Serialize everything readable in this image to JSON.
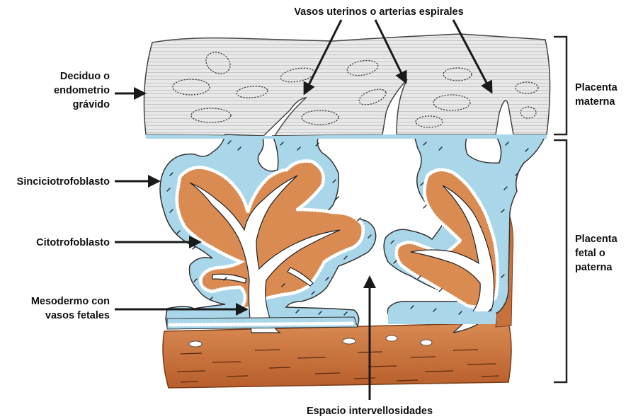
{
  "labels": {
    "vasos_uterinos": "Vasos uterinos o arterias espirales",
    "deciduo_1": "Deciduo o",
    "deciduo_2": "endometrio",
    "deciduo_3": "grávido",
    "sinciciotrofoblasto": "Sinciciotrofoblasto",
    "citotrofoblasto": "Citotrofoblasto",
    "mesodermo_1": "Mesodermo con",
    "mesodermo_2": "vasos fetales",
    "espacio": "Espacio intervellosidades",
    "placenta_materna_1": "Placenta",
    "placenta_materna_2": "materna",
    "placenta_fetal_1": "Placenta",
    "placenta_fetal_2": "fetal o",
    "placenta_fetal_3": "paterna"
  },
  "colors": {
    "decidua": "#e6e6e6",
    "decidua_stripes": "#c9c9c9",
    "syncytio": "#aad6ea",
    "mesoderm": "#d98b52",
    "chorionic_plate": "#c9713d",
    "vessels": "#ffffff",
    "outline": "#222222"
  }
}
